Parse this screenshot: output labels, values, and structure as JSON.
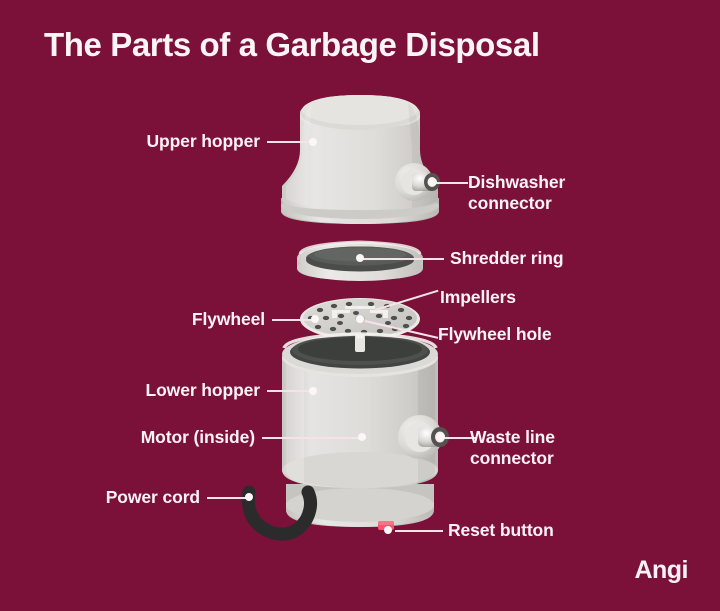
{
  "page": {
    "title": "The Parts of a Garbage Disposal",
    "brand": "Angi",
    "background_color": "#7b1139",
    "text_color": "#fdf3f6",
    "accent_color": "#f4566c"
  },
  "diagram": {
    "subject": "Garbage disposal exploded view",
    "parts": [
      {
        "id": "upper-hopper",
        "label": "Upper hopper",
        "side": "left"
      },
      {
        "id": "dishwasher-connector",
        "label": "Dishwasher\nconnector",
        "side": "right"
      },
      {
        "id": "shredder-ring",
        "label": "Shredder ring",
        "side": "right"
      },
      {
        "id": "impellers",
        "label": "Impellers",
        "side": "right"
      },
      {
        "id": "flywheel",
        "label": "Flywheel",
        "side": "left"
      },
      {
        "id": "flywheel-hole",
        "label": "Flywheel hole",
        "side": "right"
      },
      {
        "id": "lower-hopper",
        "label": "Lower hopper",
        "side": "left"
      },
      {
        "id": "motor-inside",
        "label": "Motor (inside)",
        "side": "left"
      },
      {
        "id": "waste-line-connector",
        "label": "Waste line\nconnector",
        "side": "right"
      },
      {
        "id": "power-cord",
        "label": "Power cord",
        "side": "left"
      },
      {
        "id": "reset-button",
        "label": "Reset button",
        "side": "right"
      }
    ],
    "colors": {
      "body_light": "#e2e0de",
      "body_mid": "#d2d0cd",
      "body_shade": "#c3c1bd",
      "body_highlight": "#eceae8",
      "interior_dark": "#4b4e4b",
      "interior_darker": "#3b3e3c",
      "cord_dark": "#2b2b2b",
      "reset_red": "#f4566c"
    }
  }
}
